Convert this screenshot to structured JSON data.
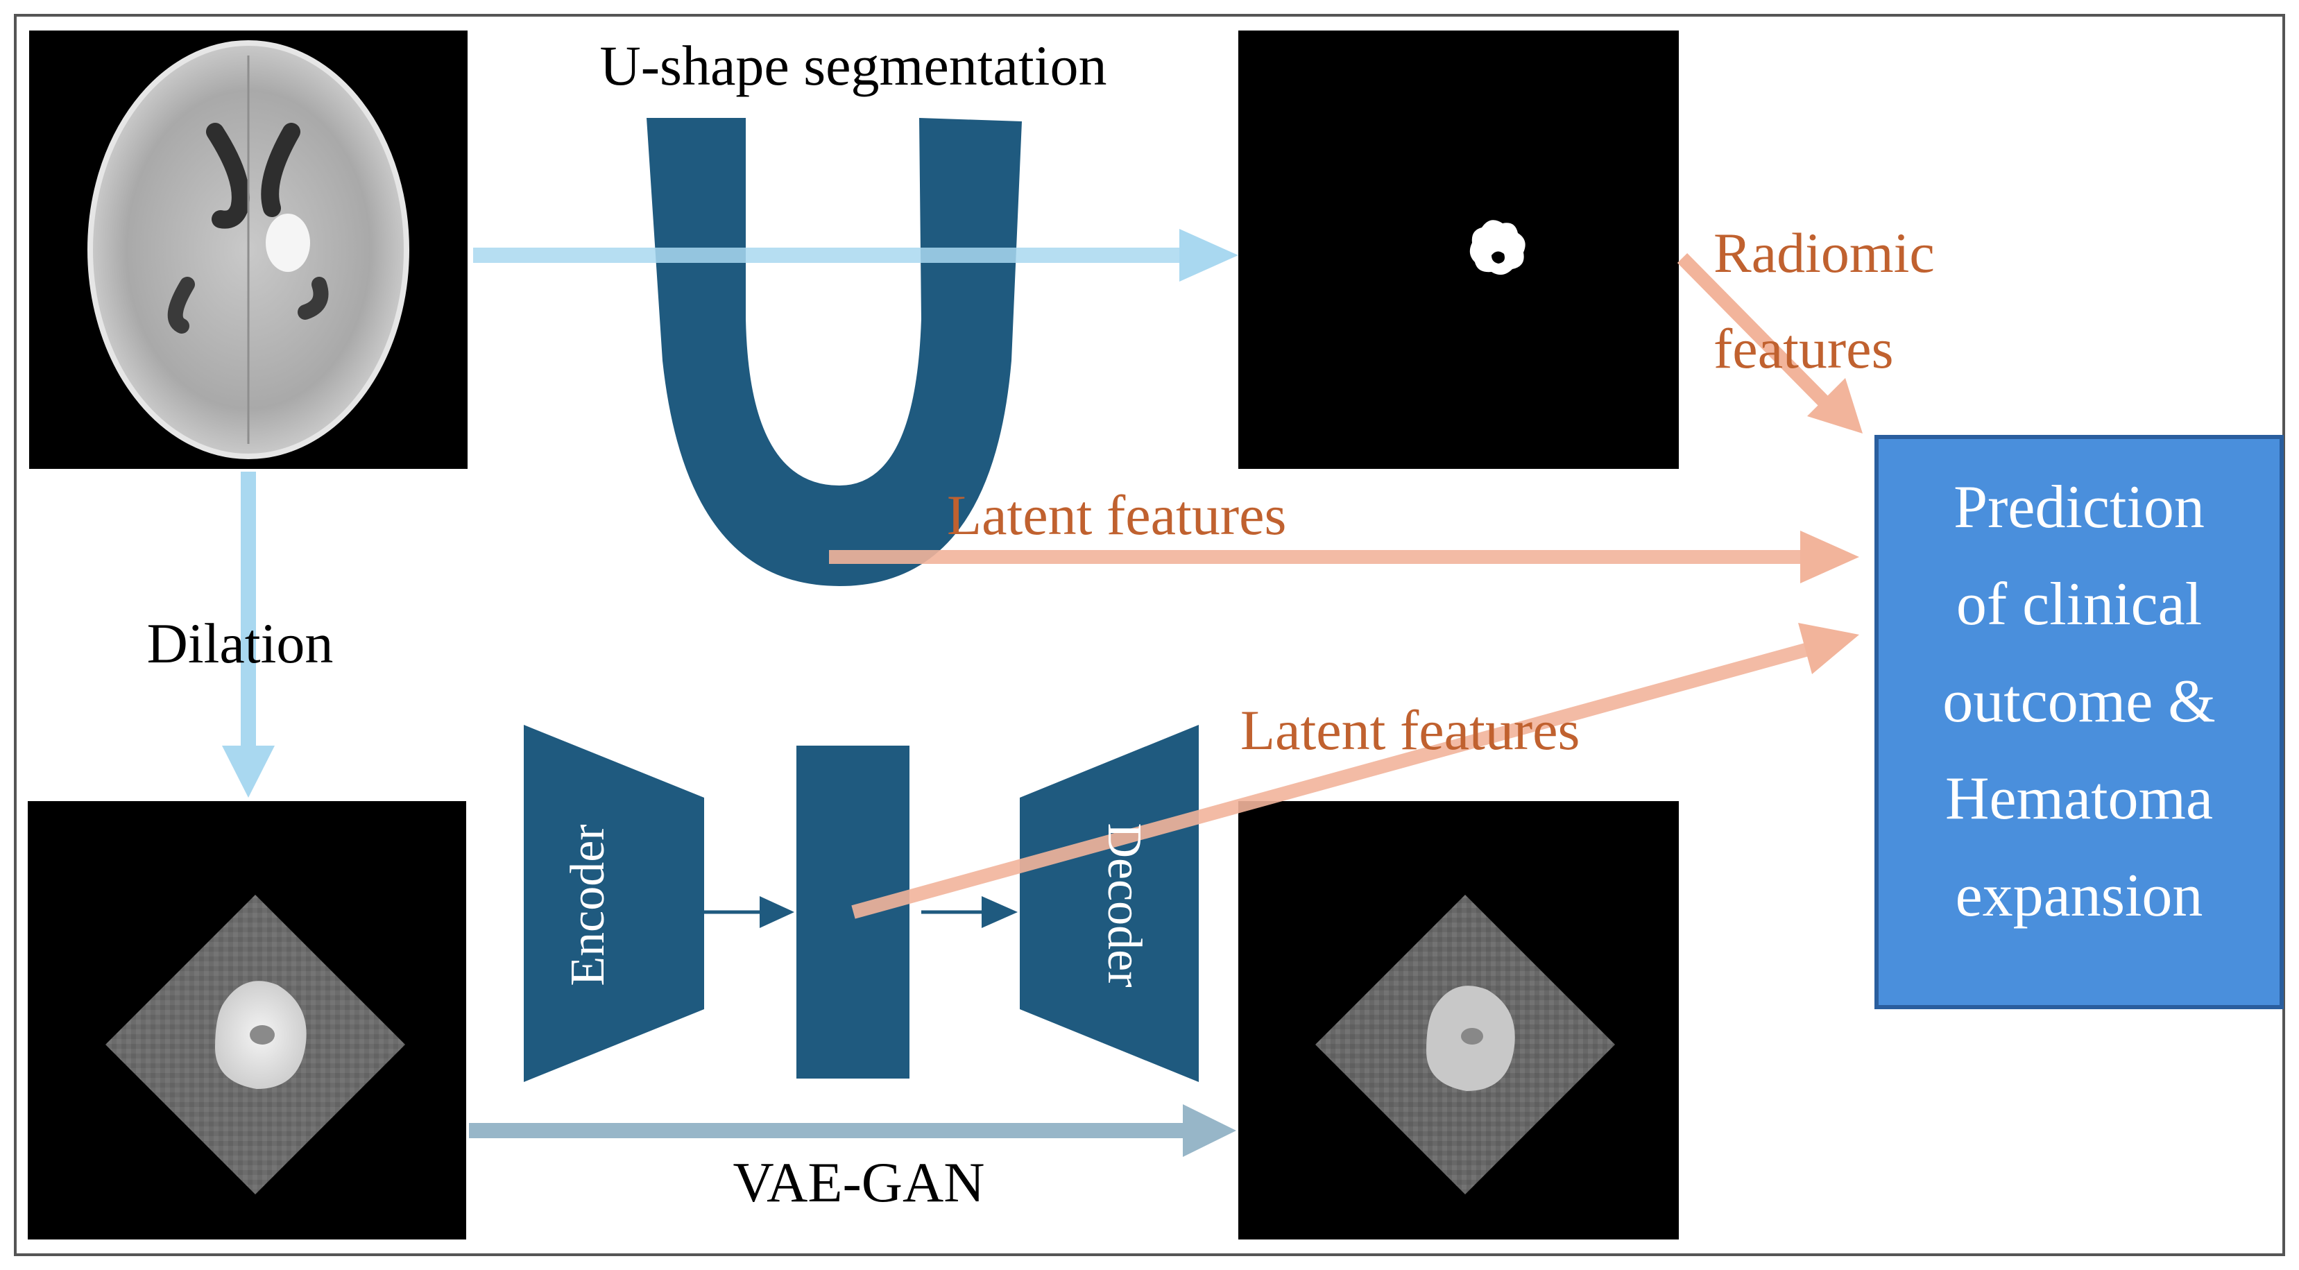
{
  "labels": {
    "u_shape_segmentation": "U-shape segmentation",
    "dilation": "Dilation",
    "vae_gan": "VAE-GAN",
    "radiomic_features_line1": "Radiomic",
    "radiomic_features_line2": "features",
    "latent_features_top": "Latent features",
    "latent_features_bottom": "Latent features",
    "encoder": "Encoder",
    "decoder": "Decoder"
  },
  "prediction_box": {
    "lines": [
      "Prediction",
      "of clinical",
      "outcome &",
      "Hematoma",
      "expansion"
    ]
  },
  "colors": {
    "network_blue": "#1f5a7f",
    "light_blue_arrow": "#a9d8f0",
    "gray_blue_arrow": "#97b6c8",
    "orange_arrow": "#f2b49b",
    "orange_text": "#c0612f",
    "prediction_fill": "#4a8fdc",
    "prediction_border": "#2a5e9e"
  }
}
